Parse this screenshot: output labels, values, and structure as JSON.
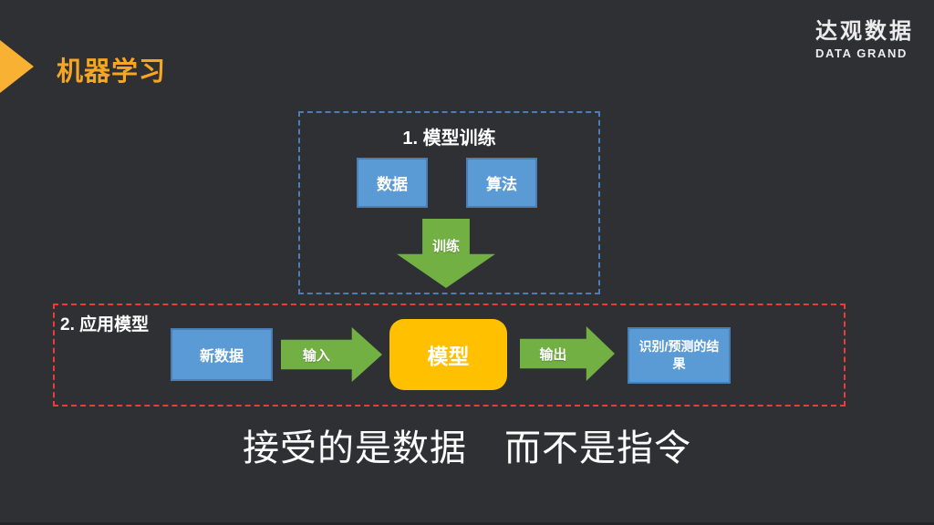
{
  "header": {
    "title": "机器学习",
    "logo_cn": "达观数据",
    "logo_en": "DATA GRAND"
  },
  "training": {
    "label": "1. 模型训练",
    "data_box": "数据",
    "algorithm_box": "算法",
    "arrow_label": "训练"
  },
  "apply": {
    "label": "2. 应用模型",
    "new_data_box": "新数据",
    "input_label": "输入",
    "model_box": "模型",
    "output_label": "输出",
    "result_box": "识别/预测的结果"
  },
  "footer": {
    "caption": "接受的是数据　而不是指令"
  },
  "colors": {
    "background": "#2F3034",
    "accent_orange": "#F5A623",
    "chevron_orange": "#F8B133",
    "box_blue": "#5B9BD5",
    "box_blue_border": "#4A7FB5",
    "arrow_green": "#72B043",
    "model_yellow": "#FFC000",
    "training_border_blue": "#4B7DB8",
    "apply_border_red": "#ED3A3A",
    "text_white": "#FFFFFF"
  }
}
